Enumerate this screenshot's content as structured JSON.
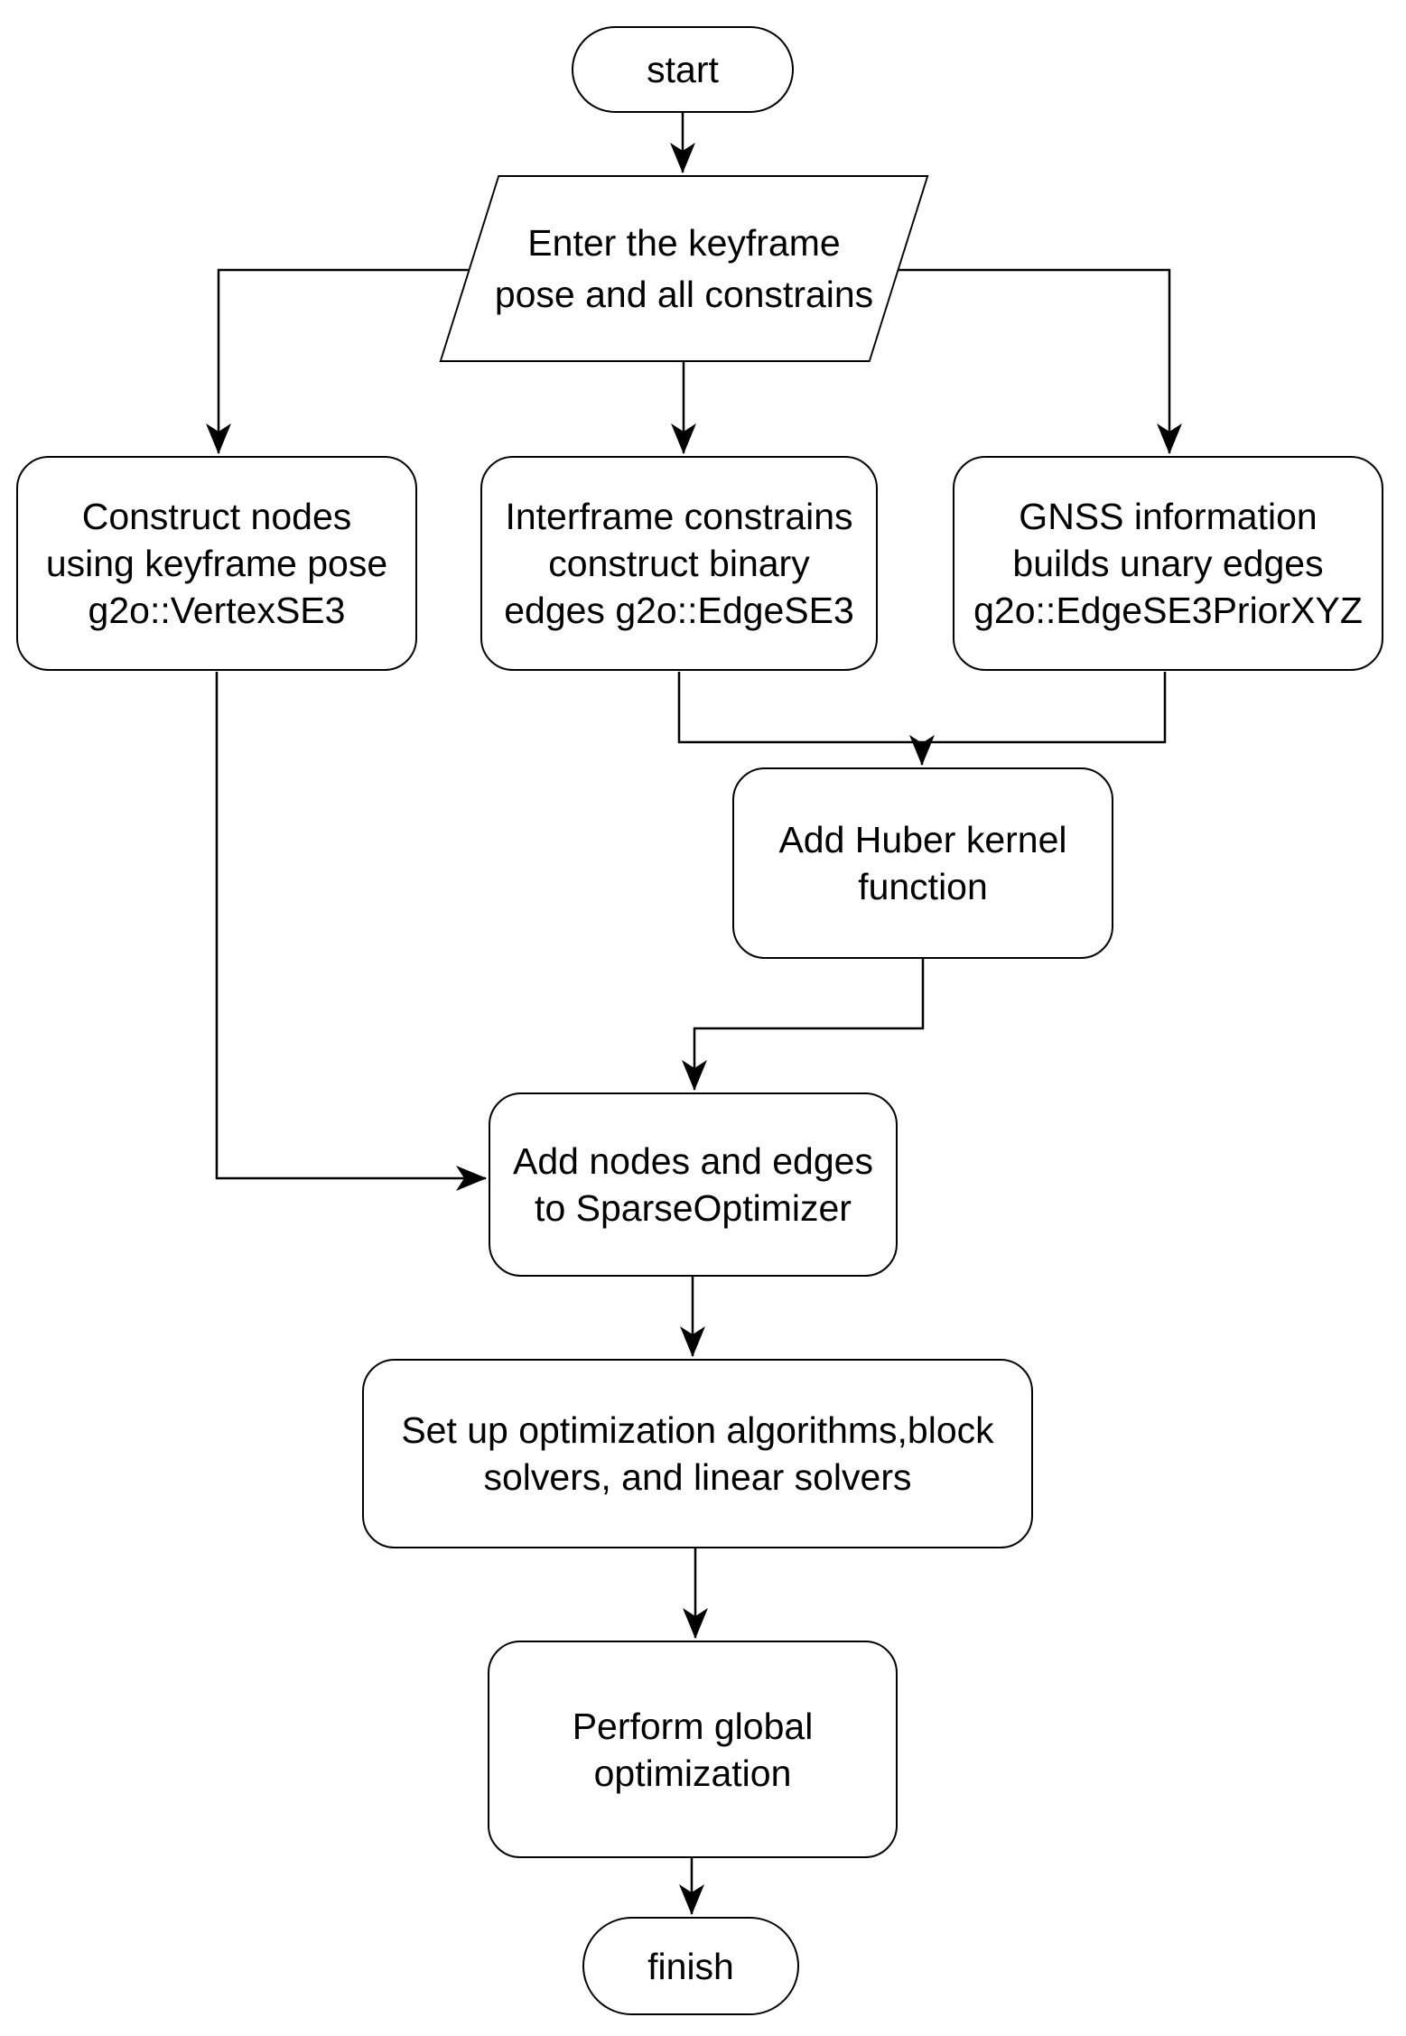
{
  "diagram": {
    "background_color": "#ffffff",
    "stroke_color": "#000000",
    "text_color": "#000000",
    "nodes": {
      "start": {
        "type": "terminator",
        "label": "start"
      },
      "enter_keyframe": {
        "type": "input-output",
        "lines": [
          "Enter the keyframe",
          "pose and all constrains"
        ]
      },
      "construct_nodes": {
        "type": "process",
        "lines": [
          "Construct nodes",
          "using keyframe pose",
          "g2o::VertexSE3"
        ]
      },
      "interframe_constrains": {
        "type": "process",
        "lines": [
          "Interframe constrains",
          "construct binary",
          "edges g2o::EdgeSE3"
        ]
      },
      "gnss_information": {
        "type": "process",
        "lines": [
          "GNSS information",
          "builds unary edges",
          "g2o::EdgeSE3PriorXYZ"
        ]
      },
      "huber_kernel": {
        "type": "process",
        "lines": [
          "Add Huber kernel",
          "function"
        ]
      },
      "sparse_optimizer": {
        "type": "process",
        "lines": [
          "Add nodes and edges",
          "to SparseOptimizer"
        ]
      },
      "setup_solvers": {
        "type": "process",
        "lines": [
          "Set up optimization algorithms,block",
          "solvers, and linear solvers"
        ]
      },
      "global_optimization": {
        "type": "process",
        "lines": [
          "Perform global",
          "optimization"
        ]
      },
      "finish": {
        "type": "terminator",
        "label": "finish"
      }
    },
    "edges": [
      {
        "from": "start",
        "to": "enter_keyframe"
      },
      {
        "from": "enter_keyframe",
        "to": "construct_nodes"
      },
      {
        "from": "enter_keyframe",
        "to": "interframe_constrains"
      },
      {
        "from": "enter_keyframe",
        "to": "gnss_information"
      },
      {
        "from": "interframe_constrains",
        "to": "huber_kernel"
      },
      {
        "from": "gnss_information",
        "to": "huber_kernel"
      },
      {
        "from": "huber_kernel",
        "to": "sparse_optimizer"
      },
      {
        "from": "construct_nodes",
        "to": "sparse_optimizer"
      },
      {
        "from": "sparse_optimizer",
        "to": "setup_solvers"
      },
      {
        "from": "setup_solvers",
        "to": "global_optimization"
      },
      {
        "from": "global_optimization",
        "to": "finish"
      }
    ]
  }
}
